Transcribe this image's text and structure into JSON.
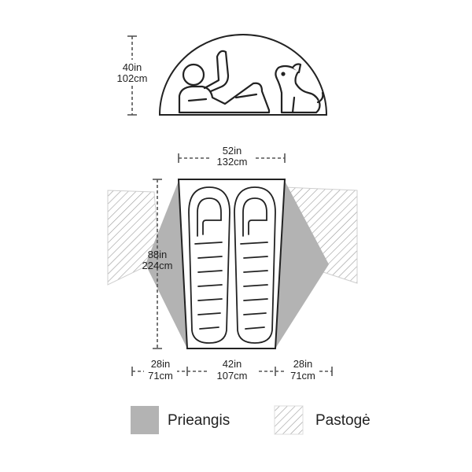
{
  "side_view": {
    "height_in": "40in",
    "height_cm": "102cm"
  },
  "floor": {
    "width_in": "52in",
    "width_cm": "132cm",
    "length_in": "88in",
    "length_cm": "224cm"
  },
  "bottom_dims": {
    "left_in": "28in",
    "left_cm": "71cm",
    "center_in": "42in",
    "center_cm": "107cm",
    "right_in": "28in",
    "right_cm": "71cm"
  },
  "legend": {
    "vestibule_label": "Prieangis",
    "canopy_label": "Pastogė"
  },
  "colors": {
    "line": "#222222",
    "vestibule_fill": "#b3b3b3",
    "hatch": "#9a9a9a",
    "dim_line": "#555555"
  }
}
